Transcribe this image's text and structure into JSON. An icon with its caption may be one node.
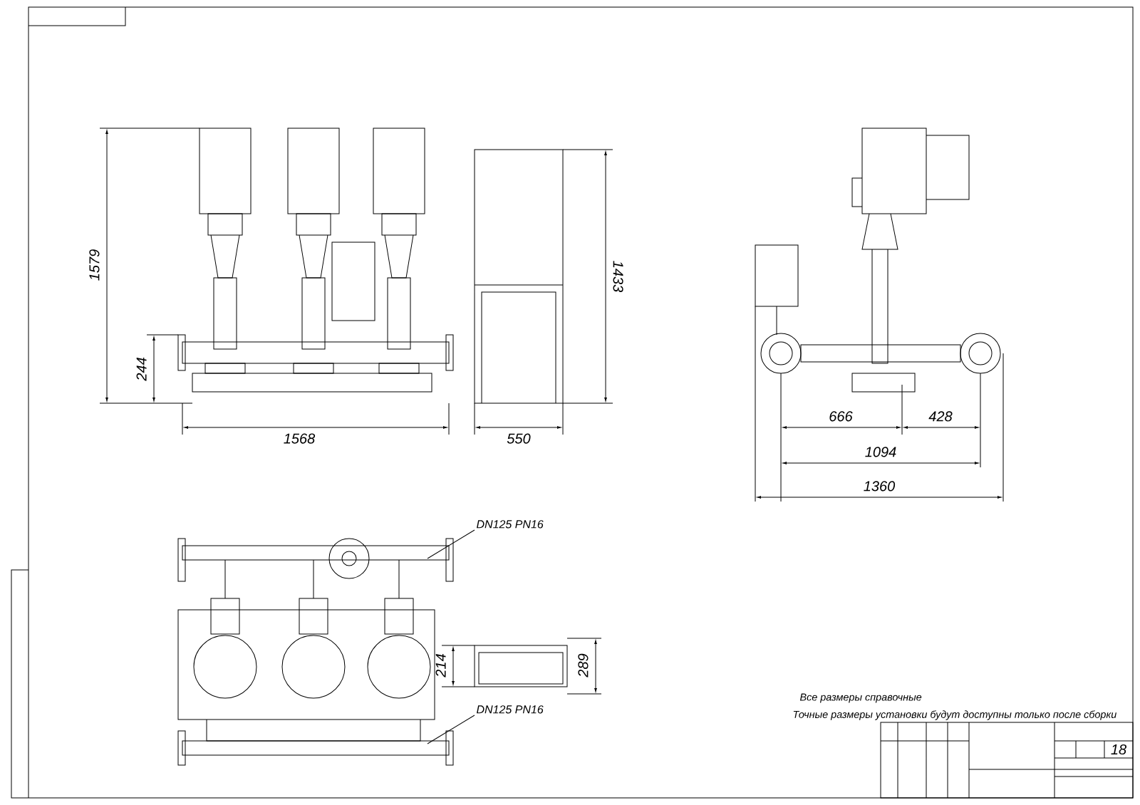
{
  "diagram": {
    "nodes": [
      {
        "text": [
          "DN125 PN16"
        ]
      },
      {
        "text": [
          "DN125 PN16"
        ]
      }
    ],
    "edges": [
      {
        "from": 0,
        "to": null,
        "arrow": "none"
      },
      {
        "from": 1,
        "to": null,
        "arrow": "none"
      }
    ],
    "labels": [
      "1579",
      "244",
      "1568",
      "550",
      "1433",
      "666",
      "428",
      "1094",
      "1360",
      "214",
      "289",
      "Все размеры справочные",
      "Точные размеры установки будут доступны только после сборки",
      "18"
    ]
  }
}
